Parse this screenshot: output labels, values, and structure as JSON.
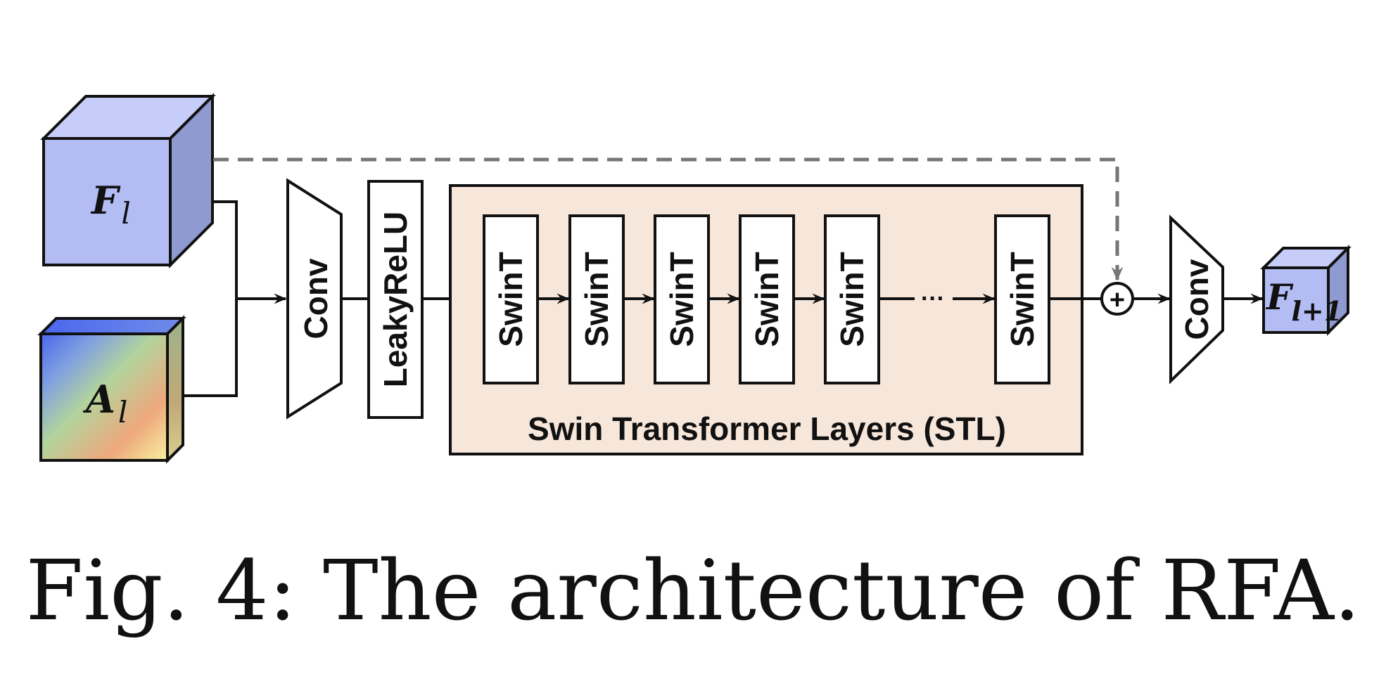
{
  "colors": {
    "stroke": "#111111",
    "skip_connection": "#767676",
    "feature_cube_front": "#b3bdf4",
    "feature_cube_top": "#c6cdf8",
    "feature_cube_side": "#8e9ad0",
    "stl_background": "#f7e6da",
    "block_fill": "#ffffff"
  },
  "inputs": {
    "feature": {
      "symbol": "F",
      "subscript": "l"
    },
    "attention": {
      "symbol": "A",
      "subscript": "l"
    }
  },
  "blocks": {
    "conv_in": "Conv",
    "activation": "LeakyReLU",
    "conv_out": "Conv"
  },
  "stl": {
    "title": "Swin Transformer Layers (STL)",
    "layers": [
      "SwinT",
      "SwinT",
      "SwinT",
      "SwinT",
      "SwinT",
      "SwinT"
    ],
    "ellipsis": "···"
  },
  "merge": {
    "symbol": "+"
  },
  "output": {
    "symbol": "F",
    "subscript": "l+1"
  },
  "caption": "Fig. 4: The architecture of RFA."
}
